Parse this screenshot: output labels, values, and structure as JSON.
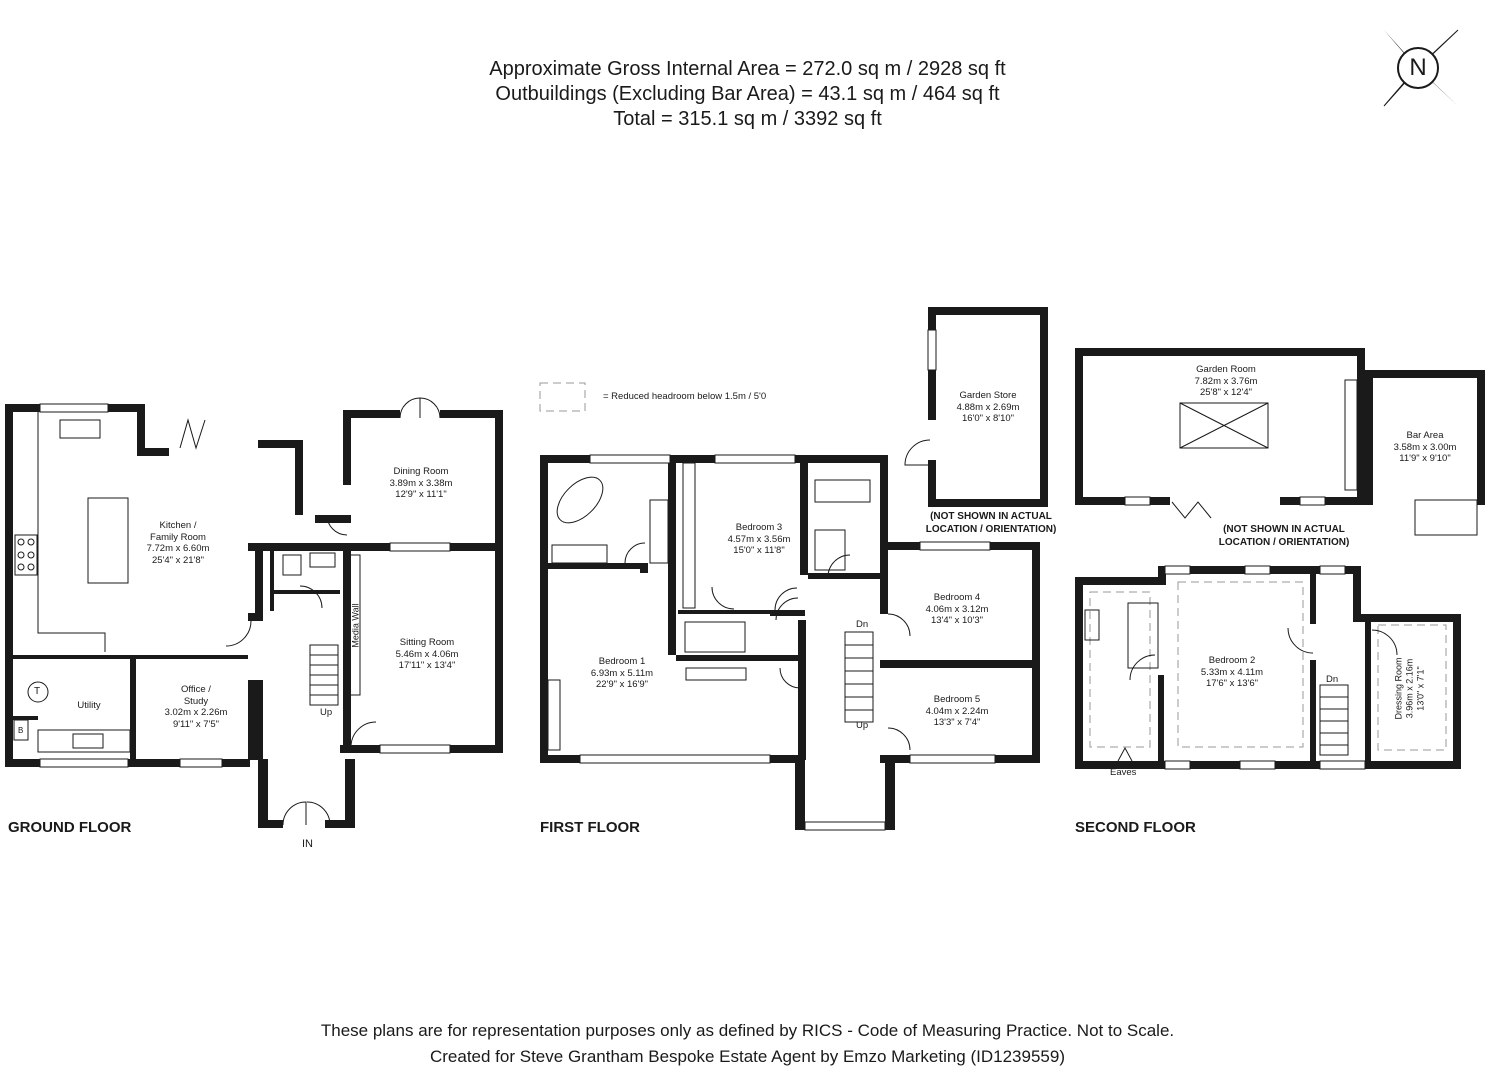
{
  "header": {
    "line1": "Approximate Gross Internal Area = 272.0 sq m / 2928 sq ft",
    "line2": "Outbuildings (Excluding Bar Area) = 43.1 sq m / 464 sq ft",
    "line3": "Total = 315.1 sq m / 3392 sq ft"
  },
  "compass": {
    "letter": "N"
  },
  "legend": {
    "text": "= Reduced headroom below 1.5m / 5'0"
  },
  "floors": {
    "ground": "GROUND FLOOR",
    "first": "FIRST FLOOR",
    "second": "SECOND FLOOR"
  },
  "rooms": {
    "kitchen": {
      "name": "Kitchen /\nFamily Room",
      "metric": "7.72m x 6.60m",
      "imperial": "25'4\" x 21'8\""
    },
    "dining": {
      "name": "Dining Room",
      "metric": "3.89m x 3.38m",
      "imperial": "12'9\" x 11'1\""
    },
    "sitting": {
      "name": "Sitting Room",
      "metric": "5.46m x 4.06m",
      "imperial": "17'11\" x 13'4\""
    },
    "office": {
      "name": "Office /\nStudy",
      "metric": "3.02m x 2.26m",
      "imperial": "9'11\" x 7'5\""
    },
    "utility": {
      "name": "Utility"
    },
    "bedroom1": {
      "name": "Bedroom 1",
      "metric": "6.93m x 5.11m",
      "imperial": "22'9\" x 16'9\""
    },
    "bedroom3": {
      "name": "Bedroom 3",
      "metric": "4.57m x 3.56m",
      "imperial": "15'0\" x 11'8\""
    },
    "bedroom4": {
      "name": "Bedroom 4",
      "metric": "4.06m x 3.12m",
      "imperial": "13'4\" x 10'3\""
    },
    "bedroom5": {
      "name": "Bedroom 5",
      "metric": "4.04m x 2.24m",
      "imperial": "13'3\" x 7'4\""
    },
    "garden_store": {
      "name": "Garden Store",
      "metric": "4.88m x 2.69m",
      "imperial": "16'0\" x 8'10\""
    },
    "garden_room": {
      "name": "Garden Room",
      "metric": "7.82m x 3.76m",
      "imperial": "25'8\" x 12'4\""
    },
    "bar_area": {
      "name": "Bar Area",
      "metric": "3.58m x 3.00m",
      "imperial": "11'9\" x 9'10\""
    },
    "bedroom2": {
      "name": "Bedroom 2",
      "metric": "5.33m x 4.11m",
      "imperial": "17'6\" x 13'6\""
    },
    "dressing": {
      "name": "Dressing Room",
      "metric": "3.96m x 2.16m",
      "imperial": "13'0\" x 7'1\""
    }
  },
  "labels": {
    "media_wall": "Media Wall",
    "up": "Up",
    "dn": "Dn",
    "in": "IN",
    "eaves": "Eaves",
    "t": "T",
    "b": "B",
    "not_shown": "(NOT SHOWN IN ACTUAL\nLOCATION / ORIENTATION)"
  },
  "footer": {
    "line1": "These plans are for representation purposes only as defined by RICS - Code of Measuring Practice. Not to Scale.",
    "line2": "Created for Steve Grantham Bespoke Estate Agent by Emzo Marketing (ID1239559)"
  }
}
